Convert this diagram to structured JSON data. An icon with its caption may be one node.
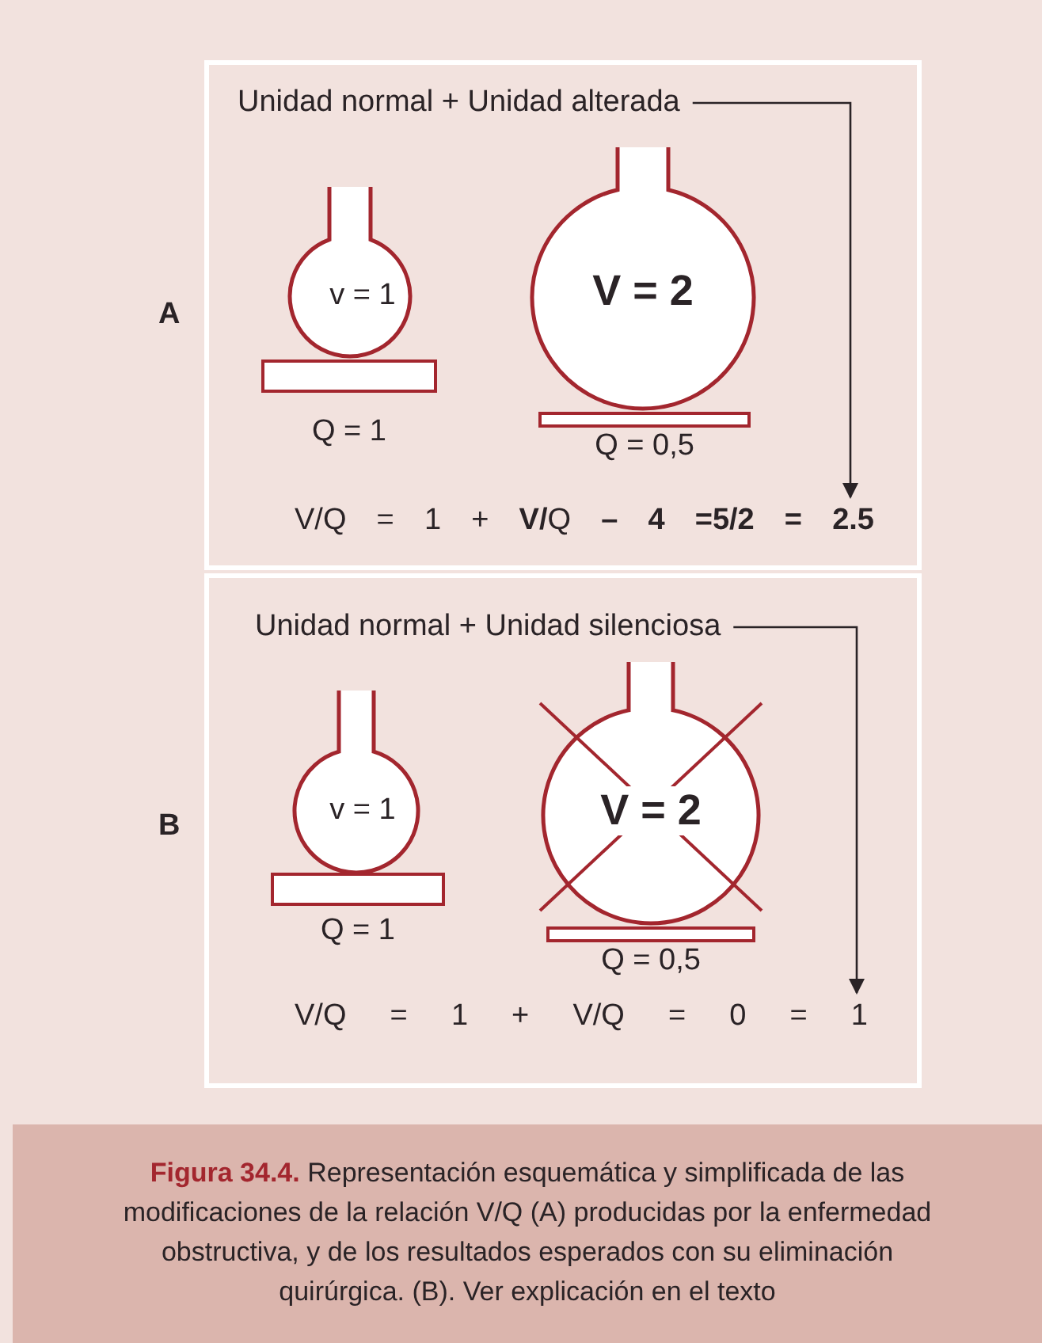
{
  "diagram": {
    "caption": "**Figura 34.4.** Representación esquemática y simplificada de las modificaciones de la relación V/Q (A) producidas por la enfermedad obstructiva, y de los resultados esperados con su eliminación quirúrgica. (B). Ver explicación en el texto",
    "nodes": [
      {
        "text": [],
        "shape": "box"
      },
      {
        "text": [
          "Unidad normal + Unidad alterada"
        ],
        "in": 0
      },
      {
        "text": [
          "v = 1"
        ],
        "in": 0
      },
      {
        "text": [],
        "shape": "bar",
        "in": 0,
        "beside": [
          "Q = 1"
        ]
      },
      {
        "text": [
          "V = 2"
        ],
        "in": 0
      },
      {
        "text": [],
        "shape": "bar",
        "in": 0,
        "beside": [
          "Q = 0,5"
        ]
      },
      {
        "text": [
          "V/Q = 1 + **V/**Q **– 4 =5/2 = 2.5**"
        ],
        "in": 0
      },
      {
        "text": [],
        "shape": "box"
      },
      {
        "text": [
          "Unidad normal + Unidad silenciosa"
        ],
        "in": 7
      },
      {
        "text": [
          "v = 1"
        ],
        "in": 7
      },
      {
        "text": [],
        "shape": "bar",
        "in": 7,
        "beside": [
          "Q = 1"
        ]
      },
      {
        "text": [
          "V = 2"
        ],
        "in": 7
      },
      {
        "text": [],
        "shape": "bar",
        "in": 7,
        "beside": [
          "Q = 0,5"
        ]
      },
      {
        "text": [
          "V/Q = 1 + V/Q = 0 = 1"
        ],
        "in": 7
      }
    ],
    "edges": [
      {
        "from": 1,
        "to": 6,
        "arrow": "to"
      },
      {
        "from": 8,
        "to": 13,
        "arrow": "to"
      }
    ],
    "labels": [
      "A",
      "B"
    ]
  }
}
